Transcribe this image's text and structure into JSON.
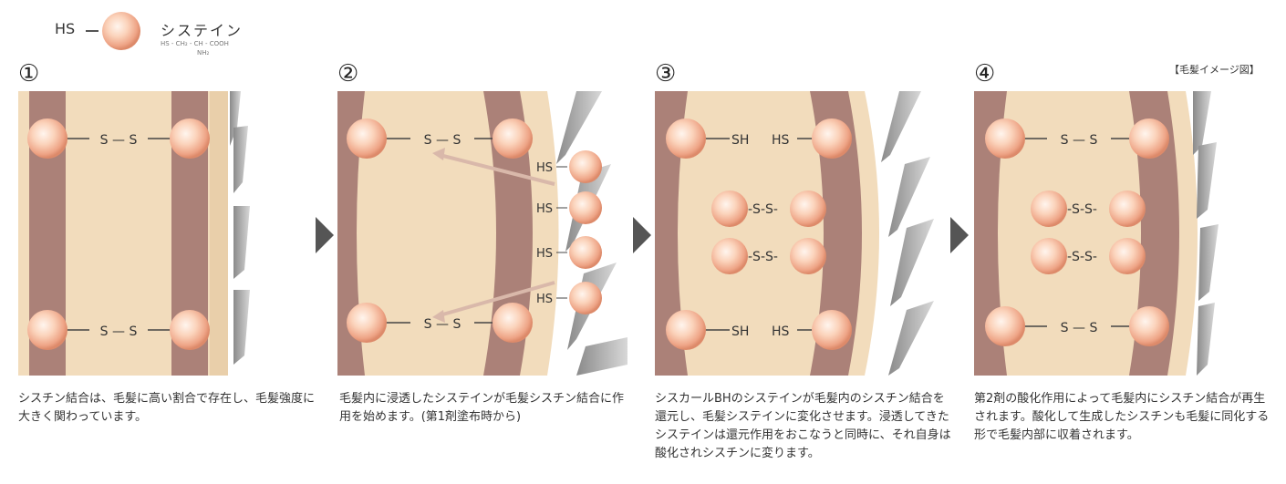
{
  "legend": {
    "hs_label": "HS",
    "cysteine_name": "システイン",
    "formula_line1": "HS - CH₂ - CH - COOH",
    "formula_line2": "NH₂"
  },
  "image_caption": "【毛髪イメージ図】",
  "panels": [
    {
      "number": "①",
      "bonds": [
        "S — S",
        "S — S"
      ],
      "description": "シスチン結合は、毛髪に高い割合で存在し、毛髪強度に大きく関わっています。"
    },
    {
      "number": "②",
      "bonds": [
        "S — S",
        "S — S"
      ],
      "hs_labels": [
        "HS",
        "HS",
        "HS",
        "HS"
      ],
      "description": "毛髪内に浸透したシステインが毛髪シスチン結合に作用を始めます。(第1剤塗布時から)"
    },
    {
      "number": "③",
      "sh_labels": [
        "SH",
        "HS",
        "SH",
        "HS"
      ],
      "mid_bonds": [
        "-S-S-",
        "-S-S-"
      ],
      "description": "シスカールBHのシステインが毛髪内のシスチン結合を還元し、毛髪システインに変化させます。浸透してきたシステインは還元作用をおこなうと同時に、それ自身は酸化されシスチンに変ります。"
    },
    {
      "number": "④",
      "bonds": [
        "S — S",
        "S — S"
      ],
      "mid_bonds": [
        "-S-S-",
        "-S-S-"
      ],
      "description": "第2剤の酸化作用によって毛髪内にシスチン結合が再生されます。酸化して生成したシスチンも毛髪に同化する形で毛髪内部に収着されます。"
    }
  ],
  "colors": {
    "hair_light": "#f2dcbc",
    "hair_band": "#ab8178",
    "ball_core": "#fde6d6",
    "ball_edge": "#e59a78",
    "arrow": "#555"
  }
}
